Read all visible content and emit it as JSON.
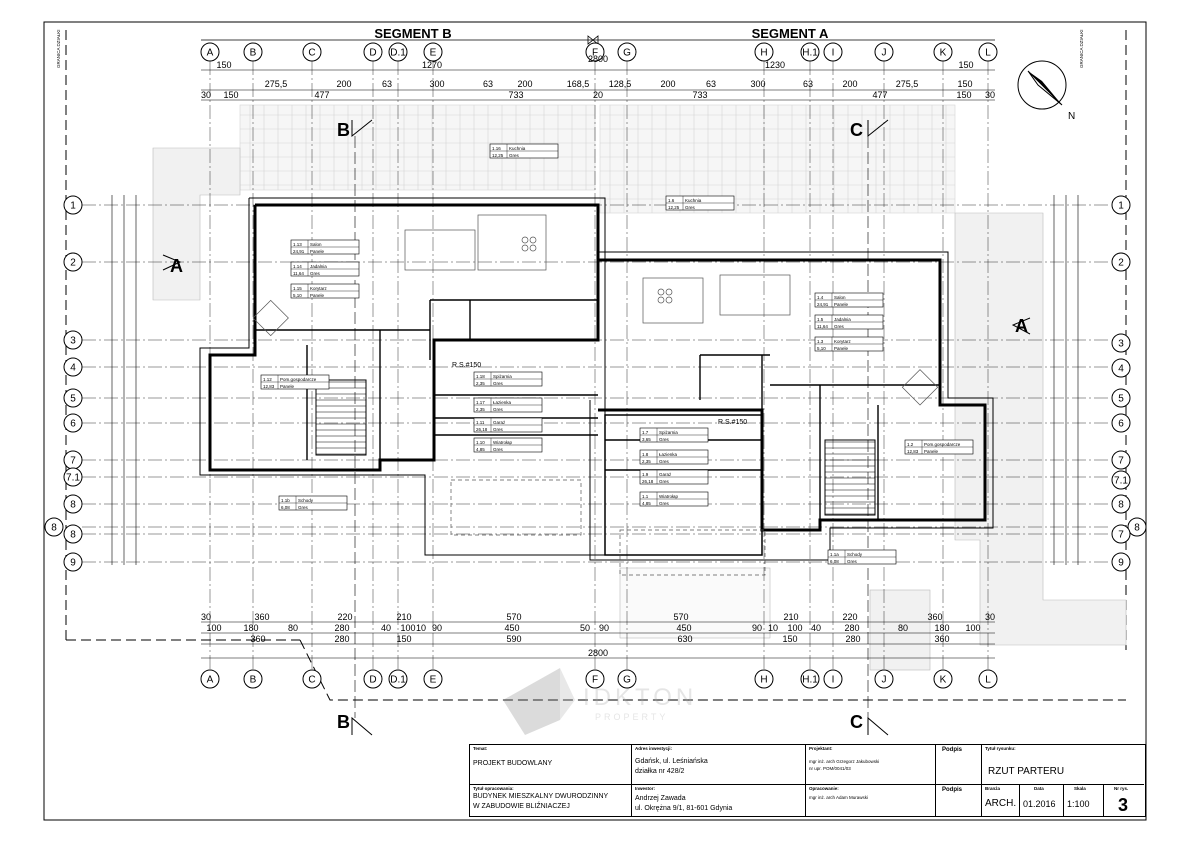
{
  "segments": {
    "b": "SEGMENT B",
    "a": "SEGMENT A"
  },
  "grid": {
    "columns": [
      "A",
      "B",
      "C",
      "D",
      "D.1",
      "E",
      "F",
      "G",
      "H",
      "H.1",
      "I",
      "J",
      "K",
      "L"
    ],
    "rows_left": [
      "1",
      "2",
      "3",
      "4",
      "5",
      "6",
      "7",
      "7.1",
      "8",
      "8",
      "8",
      "9"
    ],
    "rows_right": [
      "1",
      "2",
      "3",
      "4",
      "5",
      "6",
      "7",
      "7.1",
      "8",
      "8",
      "7",
      "9"
    ]
  },
  "dims_top": {
    "row1": [
      "150",
      "1270",
      "1230",
      "150"
    ],
    "row2": [
      "275,5",
      "200",
      "63",
      "300",
      "63",
      "200",
      "168,5",
      "2800",
      "128,5",
      "200",
      "63",
      "300",
      "63",
      "200",
      "275,5",
      "150"
    ],
    "row3": [
      "30",
      "150",
      "477",
      "733",
      "20",
      "733",
      "477",
      "150",
      "30"
    ]
  },
  "dims_bottom": {
    "row1": [
      "30",
      "360",
      "220",
      "210",
      "570",
      "570",
      "210",
      "220",
      "360",
      "30"
    ],
    "row2": [
      "100",
      "180",
      "80",
      "280",
      "40",
      "100",
      "10",
      "90",
      "450",
      "50",
      "90",
      "450",
      "90",
      "10",
      "100",
      "40",
      "280",
      "80",
      "180",
      "100"
    ],
    "row3": [
      "360",
      "280",
      "150",
      "590",
      "630",
      "150",
      "280",
      "360"
    ],
    "row4": [
      "2800"
    ]
  },
  "section_marks": [
    "B",
    "C",
    "A",
    "A",
    "B",
    "C"
  ],
  "rooms_b": [
    {
      "id": "1.16",
      "name": "Kuchnia",
      "area": "12,25",
      "fin": "Gres"
    },
    {
      "id": "1.13",
      "name": "Salon",
      "area": "24,91",
      "fin": "Panele"
    },
    {
      "id": "1.14",
      "name": "Jadalnia",
      "area": "11,64",
      "fin": "Gres"
    },
    {
      "id": "1.15",
      "name": "Korytarz",
      "area": "5,10",
      "fin": "Panele"
    },
    {
      "id": "1.12",
      "name": "Pom.gospodarcze",
      "area": "12,83",
      "fin": "Panele"
    },
    {
      "id": "1.18",
      "name": "Spiżarnia",
      "area": "2,35",
      "fin": "Gres"
    },
    {
      "id": "1.17",
      "name": "Łazienka",
      "area": "2,35",
      "fin": "Gres"
    },
    {
      "id": "1.11",
      "name": "Garaż",
      "area": "26,18",
      "fin": "Gres"
    },
    {
      "id": "1.10",
      "name": "Wiatrołap",
      "area": "4,85",
      "fin": "Gres"
    },
    {
      "id": "1.1b",
      "name": "Schody",
      "area": "6,08",
      "fin": "Gres"
    }
  ],
  "rooms_a": [
    {
      "id": "1.6",
      "name": "Kuchnia",
      "area": "12,25",
      "fin": "Gres"
    },
    {
      "id": "1.4",
      "name": "Salon",
      "area": "24,91",
      "fin": "Panele"
    },
    {
      "id": "1.5",
      "name": "Jadalnia",
      "area": "11,64",
      "fin": "Gres"
    },
    {
      "id": "1.3",
      "name": "Korytarz",
      "area": "5,10",
      "fin": "Panele"
    },
    {
      "id": "1.2",
      "name": "Pom.gospodarcze",
      "area": "12,83",
      "fin": "Panele"
    },
    {
      "id": "1.7",
      "name": "Spiżarnia",
      "area": "3,65",
      "fin": "Gres"
    },
    {
      "id": "1.8",
      "name": "Łazienka",
      "area": "2,35",
      "fin": "Gres"
    },
    {
      "id": "1.9",
      "name": "Garaż",
      "area": "26,18",
      "fin": "Gres"
    },
    {
      "id": "1.1",
      "name": "Wiatrołap",
      "area": "4,85",
      "fin": "Gres"
    },
    {
      "id": "1.1a",
      "name": "Schody",
      "area": "6,08",
      "fin": "Gres"
    }
  ],
  "rs_label": "R.S.#150",
  "border_note": "GRANICA DZIAŁKI",
  "watermark": {
    "line1": "IDKTON",
    "line2": "PROPERTY"
  },
  "titleblock": {
    "temat_label": "Temat:",
    "temat": "PROJEKT BUDOWLANY",
    "tytul_opr_label": "Tytuł opracowania:",
    "tytul_opr_1": "BUDYNEK MIESZKALNY DWURODZINNY",
    "tytul_opr_2": "W ZABUDOWIE BLIŹNIACZEJ",
    "adres_label": "Adres inwestycji:",
    "adres_1": "Gdańsk, ul. Leśniańska",
    "adres_2": "działka nr 428/2",
    "inwestor_label": "Inwestor:",
    "inwestor_1": "Andrzej Zawada",
    "inwestor_2": "ul. Okrężna 9/1, 81-601 Gdynia",
    "projektant_label": "Projektant:",
    "projektant_1": "mgr inż. arch Grzegorz Jakubowski",
    "projektant_2": "nr upr. POM/0041/03",
    "opracowanie_label": "Opracowanie:",
    "opracowanie": "mgr inż. arch Adam Murawski",
    "podpis_1": "Podpis",
    "podpis_2": "Podpis",
    "tytul_rys_label": "Tytuł rysunku:",
    "tytul_rys": "RZUT PARTERU",
    "branza_label": "Branża",
    "branza": "ARCH.",
    "data_label": "Data",
    "data": "01.2016",
    "skala_label": "Skala",
    "skala": "1:100",
    "nr_label": "Nr rys.",
    "nr": "3"
  }
}
